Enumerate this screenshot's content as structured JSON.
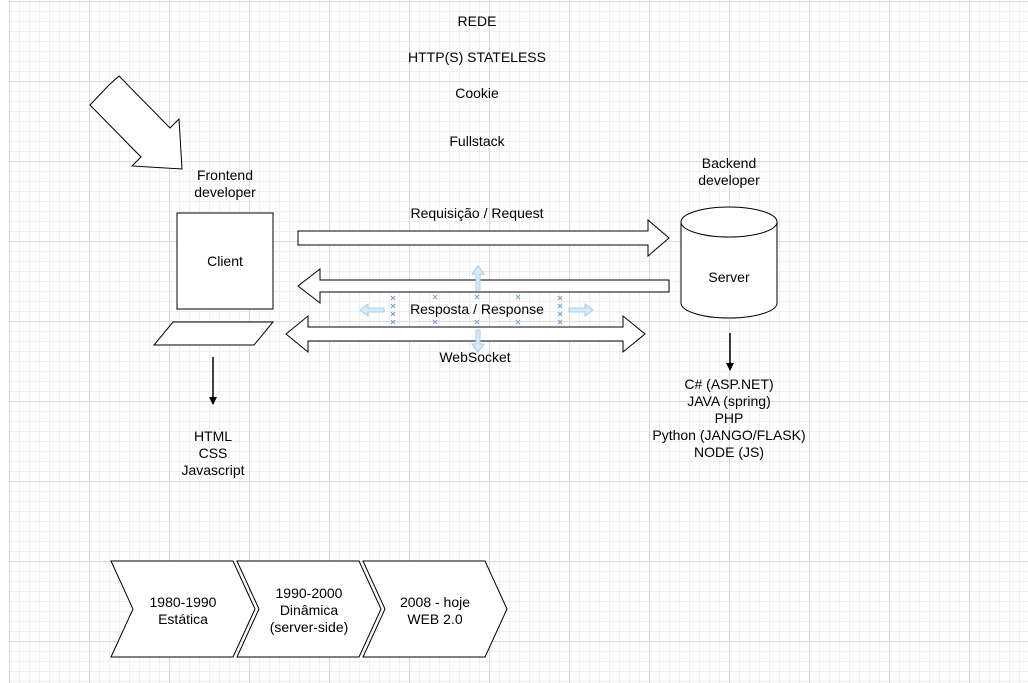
{
  "titles": {
    "rede": "REDE",
    "http": "HTTP(S) STATELESS",
    "cookie": "Cookie",
    "fullstack": "Fullstack"
  },
  "frontend": {
    "role": "Frontend\ndeveloper",
    "client": "Client",
    "techs": "HTML\nCSS\nJavascript"
  },
  "backend": {
    "role": "Backend\ndeveloper",
    "server": "Server",
    "techs": "C# (ASP.NET)\nJAVA (spring)\nPHP\nPython (JANGO/FLASK)\nNODE (JS)"
  },
  "arrows": {
    "request": "Requisição / Request",
    "response": "Resposta / Response",
    "websocket": "WebSocket"
  },
  "timeline": [
    {
      "label": "1980-1990\nEstática"
    },
    {
      "label": "1990-2000\nDinâmica\n(server-side)"
    },
    {
      "label": "2008 - hoje\nWEB 2.0"
    }
  ]
}
